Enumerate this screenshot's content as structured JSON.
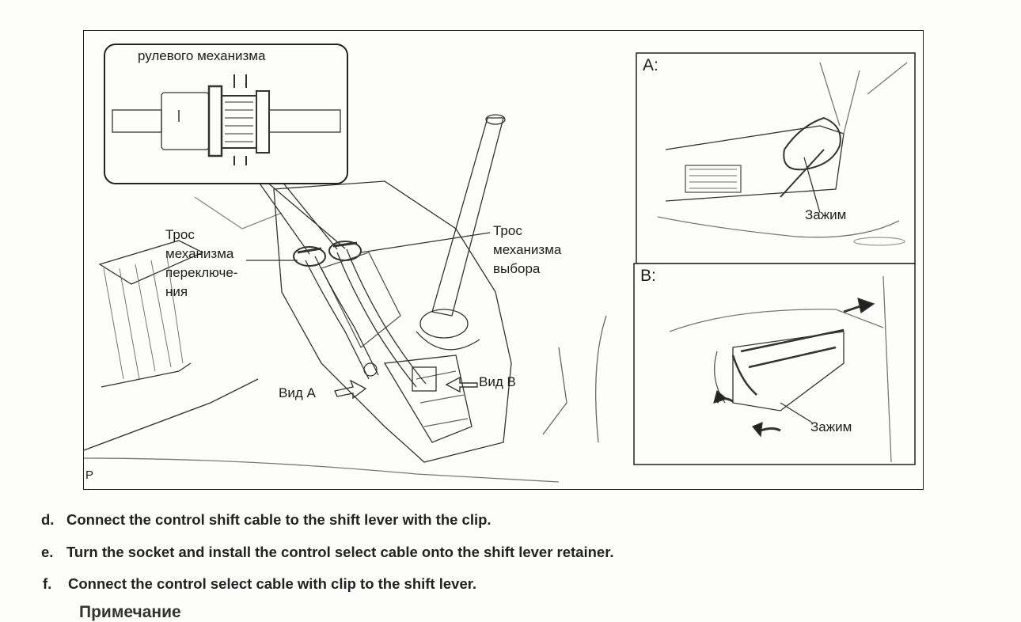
{
  "figure": {
    "inset_label": "рулевого механизма",
    "shift_cable_label": "Трос\nмеханизма\nпереключе-\nния",
    "select_cable_label": "Трос\nмеханизма\nвыбора",
    "view_a_label": "Вид A",
    "view_b_label": "Вид B",
    "corner_mark": "P",
    "panel_a": {
      "title": "A:",
      "clip_label": "Зажим"
    },
    "panel_b": {
      "title": "B:",
      "clip_label": "Зажим"
    }
  },
  "steps": [
    {
      "letter": "d.",
      "text": "Connect the control shift cable to the shift lever with the clip."
    },
    {
      "letter": "e.",
      "text": "Turn the socket and install the control select cable onto the shift lever retainer."
    },
    {
      "letter": "f.",
      "text": "Connect the control select cable with clip to the shift lever."
    }
  ],
  "note_heading": "Примечание"
}
